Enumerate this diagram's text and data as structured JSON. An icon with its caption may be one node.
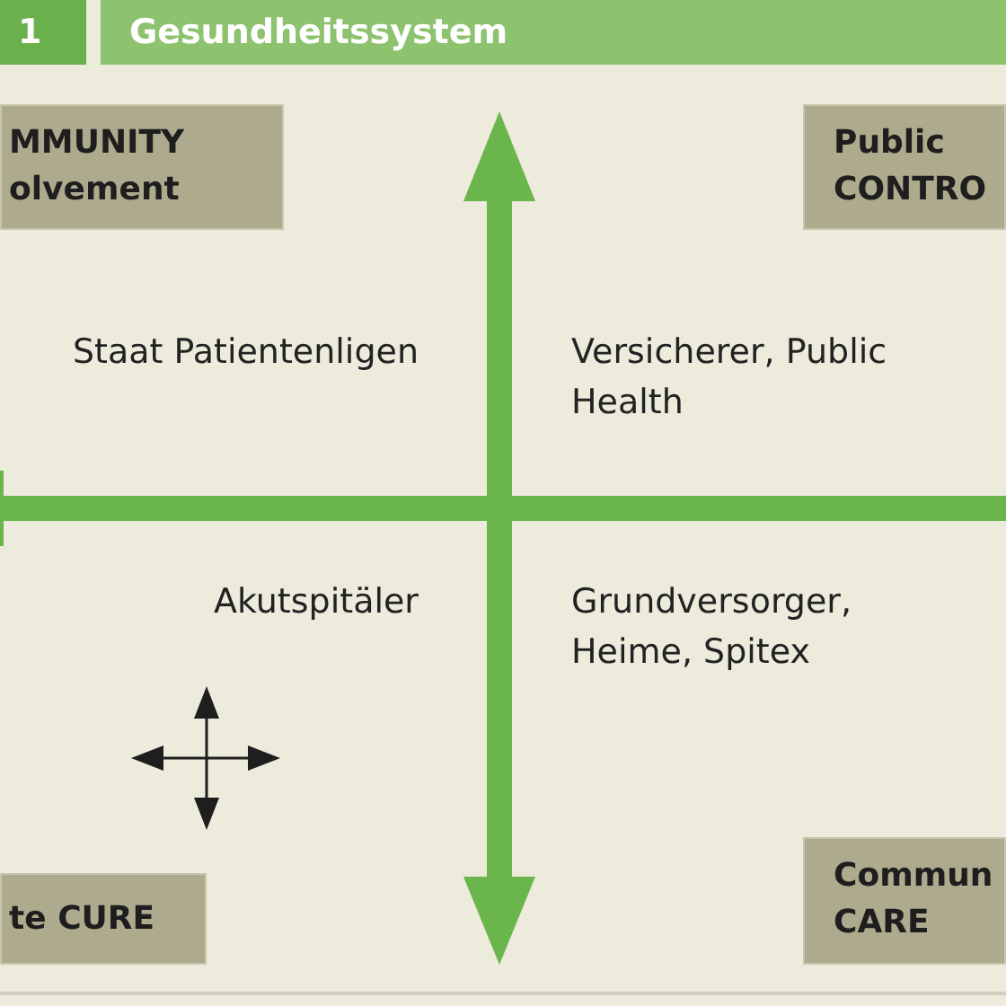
{
  "diagram": {
    "title": "Gesundheitssystem",
    "nodes": [
      {
        "text": [
          "MMUNITY olvement"
        ]
      },
      {
        "text": [
          "Public CONTRO"
        ]
      },
      {
        "text": [
          "te CURE"
        ]
      },
      {
        "text": [
          "Commun CARE"
        ]
      }
    ],
    "labels": [
      "1",
      "Staat Patientenligen",
      "Versicherer, Public Health",
      "Akutspitäler",
      "Grundversorger, Heime, Spitex"
    ]
  }
}
